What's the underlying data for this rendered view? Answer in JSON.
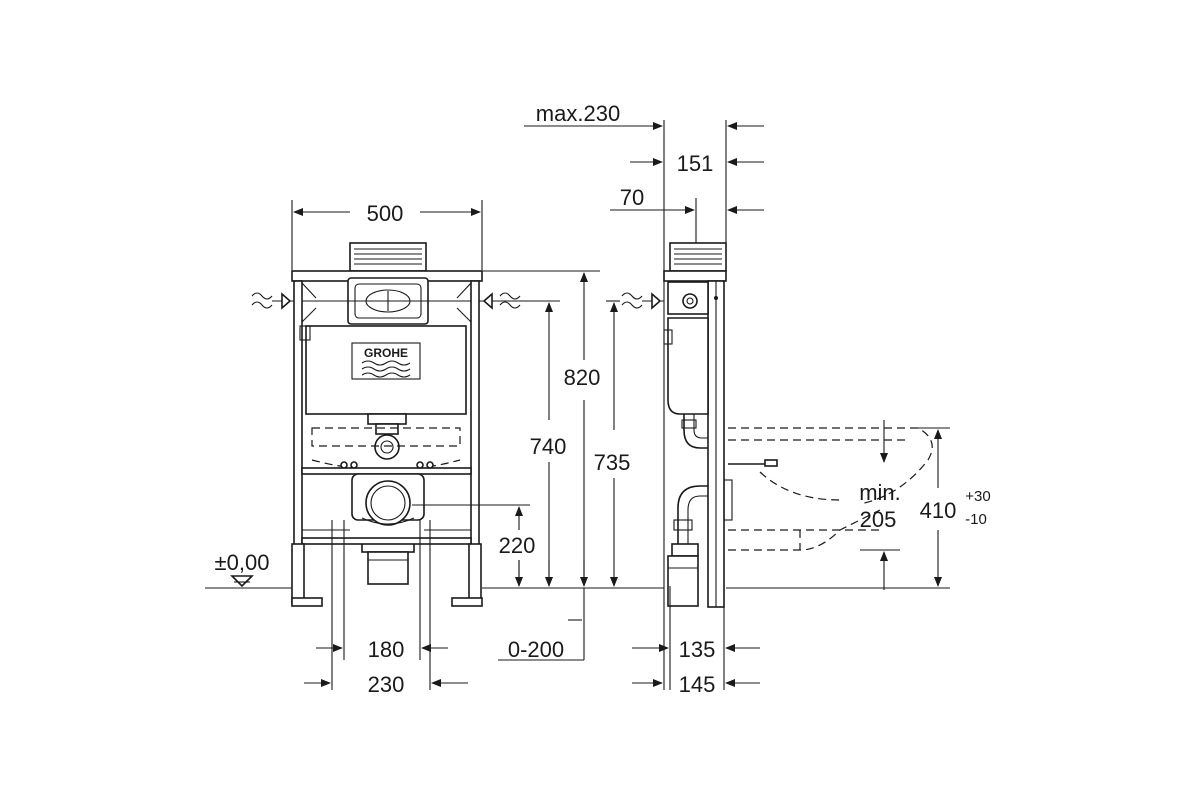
{
  "brand": {
    "logo_text": "GROHE"
  },
  "dimensions": {
    "max_230": "max.230",
    "d151": "151",
    "d70": "70",
    "d500": "500",
    "d820": "820",
    "d740": "740",
    "d735": "735",
    "d220": "220",
    "zero": "±0,00",
    "d180": "180",
    "d230": "230",
    "d0_200": "0-200",
    "d135": "135",
    "d145": "145",
    "min": "min.",
    "d205": "205",
    "d410": "410",
    "tol_plus": "+30",
    "tol_minus": "-10"
  },
  "colors": {
    "line": "#1a1a1a",
    "background": "#ffffff"
  }
}
